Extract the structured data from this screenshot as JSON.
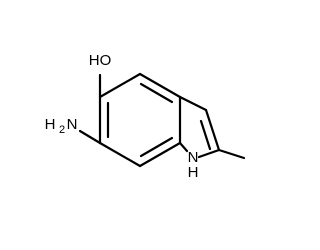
{
  "molecule": {
    "atoms": {
      "hydroxyl": "HO",
      "amine_h": "H",
      "amine_sub": "2",
      "amine_n": "N",
      "ring_nh_h": "H",
      "ring_nh_n": "N"
    }
  }
}
